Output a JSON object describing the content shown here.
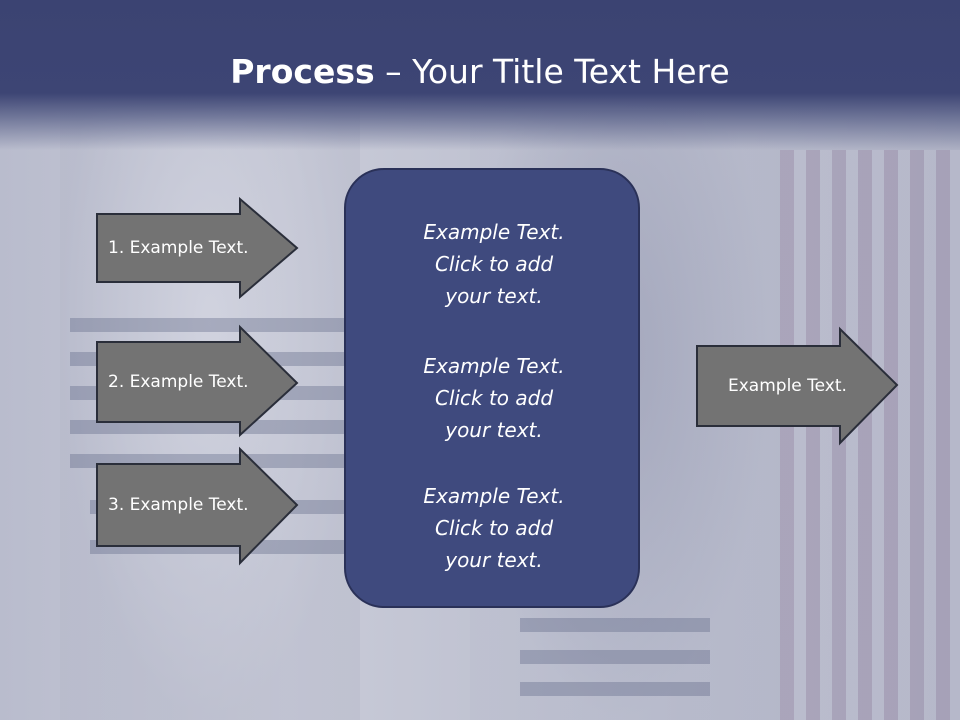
{
  "title": {
    "bold": "Process",
    "rest": " – Your Title Text Here"
  },
  "left_arrows": [
    {
      "label": "1. Example Text."
    },
    {
      "label": "2. Example Text."
    },
    {
      "label": "3. Example Text."
    }
  ],
  "center_blocks": [
    {
      "line1": "Example Text.",
      "line2": "Click  to add",
      "line3": "your text."
    },
    {
      "line1": "Example Text.",
      "line2": "Click  to add",
      "line3": "your text."
    },
    {
      "line1": "Example Text.",
      "line2": "Click  to add",
      "line3": "your text."
    }
  ],
  "right_arrow": {
    "label": "Example Text."
  },
  "colors": {
    "header": "#3b4372",
    "box": "#3f4a7e",
    "arrow_fill": "#737373",
    "arrow_stroke": "#2a2e3a"
  }
}
